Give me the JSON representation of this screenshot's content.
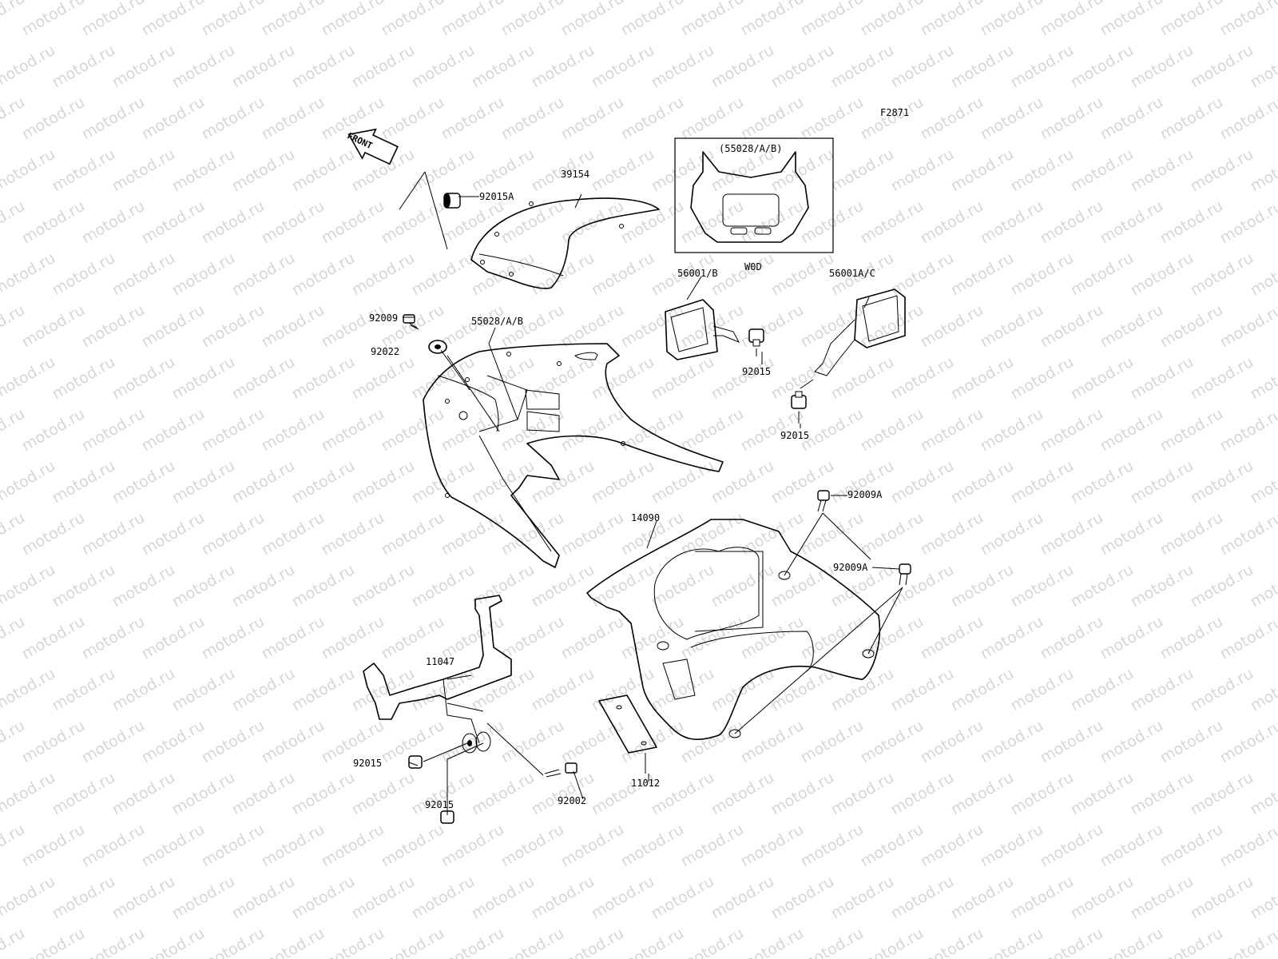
{
  "watermark": "motod.ru",
  "figure_code": "F2871",
  "front_arrow": "FRONT",
  "inset": {
    "title": "(55028/A/B)",
    "caption": "W0D"
  },
  "labels": {
    "p92015A": "92015A",
    "p39154": "39154",
    "p56001B": "56001/B",
    "p56001AC": "56001A/C",
    "p92009": "92009",
    "p92022": "92022",
    "p55028": "55028/A/B",
    "p92015_mirror_left": "92015",
    "p92015_mirror_right": "92015",
    "p92009A_top": "92009A",
    "p14090": "14090",
    "p92009A_right": "92009A",
    "p11047": "11047",
    "p92015_stay": "92015",
    "p92015_bottom": "92015",
    "p92002": "92002",
    "p11012": "11012"
  }
}
